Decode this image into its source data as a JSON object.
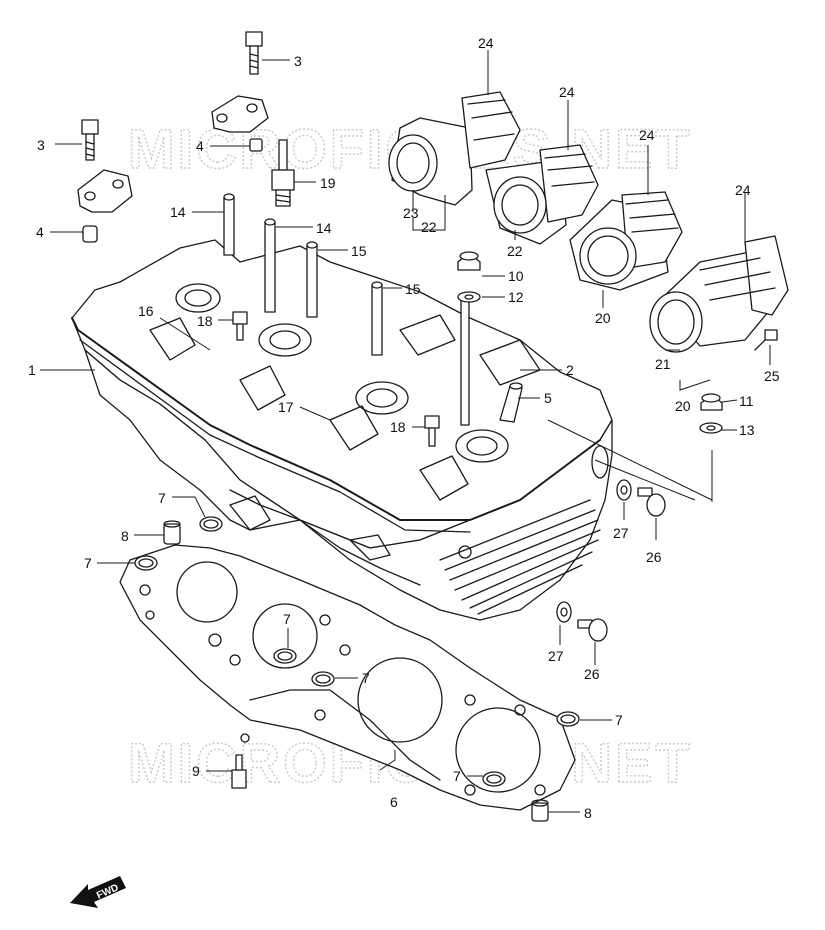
{
  "watermark": "MICROFICHES.NET",
  "fwd_label": "FWD",
  "colors": {
    "line": "#1a1a1a",
    "watermark": "#c9c9c9",
    "background": "#ffffff"
  },
  "callouts": {
    "c1": "1",
    "c2": "2",
    "c3a": "3",
    "c3b": "3",
    "c4a": "4",
    "c4b": "4",
    "c5": "5",
    "c6": "6",
    "c7a": "7",
    "c7b": "7",
    "c7c": "7",
    "c7d": "7",
    "c7e": "7",
    "c7f": "7",
    "c8a": "8",
    "c8b": "8",
    "c9": "9",
    "c10": "10",
    "c11": "11",
    "c12": "12",
    "c13": "13",
    "c14a": "14",
    "c14b": "14",
    "c15a": "15",
    "c15b": "15",
    "c16": "16",
    "c17": "17",
    "c18a": "18",
    "c18b": "18",
    "c19": "19",
    "c20a": "20",
    "c20b": "20",
    "c21": "21",
    "c22a": "22",
    "c22b": "22",
    "c23": "23",
    "c24a": "24",
    "c24b": "24",
    "c24c": "24",
    "c24d": "24",
    "c25": "25",
    "c26a": "26",
    "c26b": "26",
    "c27a": "27",
    "c27b": "27"
  }
}
